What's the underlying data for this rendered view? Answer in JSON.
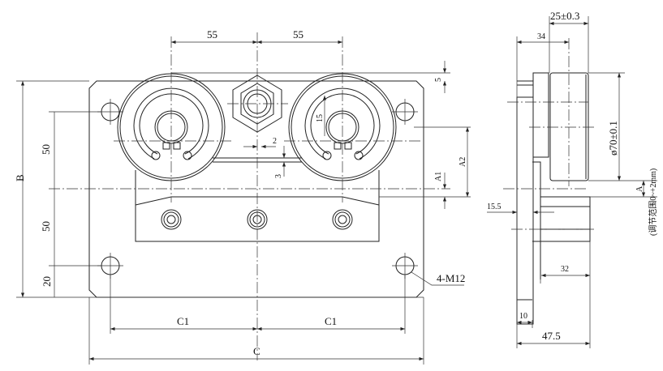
{
  "title": "Roller guide assembly drawing",
  "front_view": {
    "dims": {
      "spacing_left": "55",
      "spacing_right": "55",
      "top_offset": "5",
      "height_total": "B",
      "upper_50": "50",
      "lower_50": "50",
      "bottom_20": "20",
      "gap_2": "2",
      "gap_3": "3",
      "radius_15": "15",
      "a1": "A1",
      "a2": "A2",
      "c1_left": "C1",
      "c1_right": "C1",
      "width_total": "C",
      "holes": "4-M12"
    }
  },
  "side_view": {
    "dims": {
      "width_25": "25±0.3",
      "offset_34": "34",
      "diameter": "ø70±0.1",
      "a": "A",
      "adjust_note": "(调节范围0~+2mm)",
      "d15_5": "15.5",
      "d32": "32",
      "d10": "10",
      "d47_5": "47.5"
    }
  }
}
